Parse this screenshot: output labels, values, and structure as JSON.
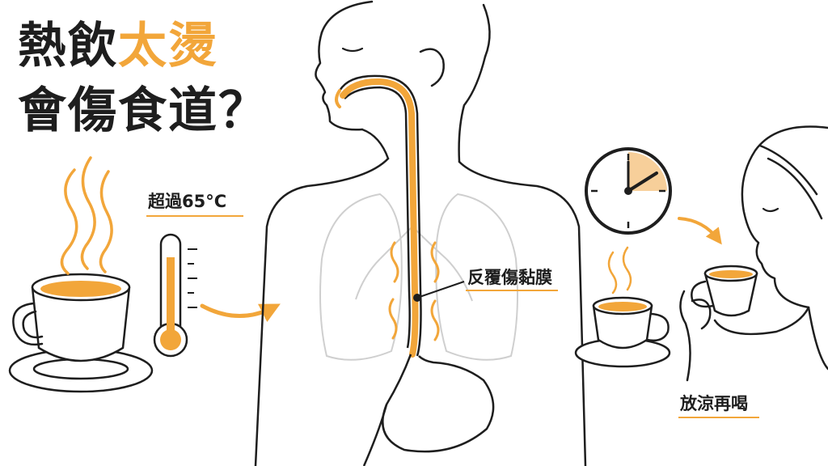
{
  "title": {
    "line1_a": "熱飲",
    "line1_b": "太燙",
    "line2": "會傷食道？"
  },
  "labels": {
    "temperature": "超過65°C",
    "damage": "反覆傷黏膜",
    "advice": "放涼再喝"
  },
  "colors": {
    "accent": "#f2a63a",
    "ink": "#1e1e1e",
    "organ_line": "#cfcfcf"
  },
  "icons": [
    "hot-coffee-cup-icon",
    "thermometer-icon",
    "arrow-icon",
    "clock-icon",
    "warm-cup-icon"
  ]
}
